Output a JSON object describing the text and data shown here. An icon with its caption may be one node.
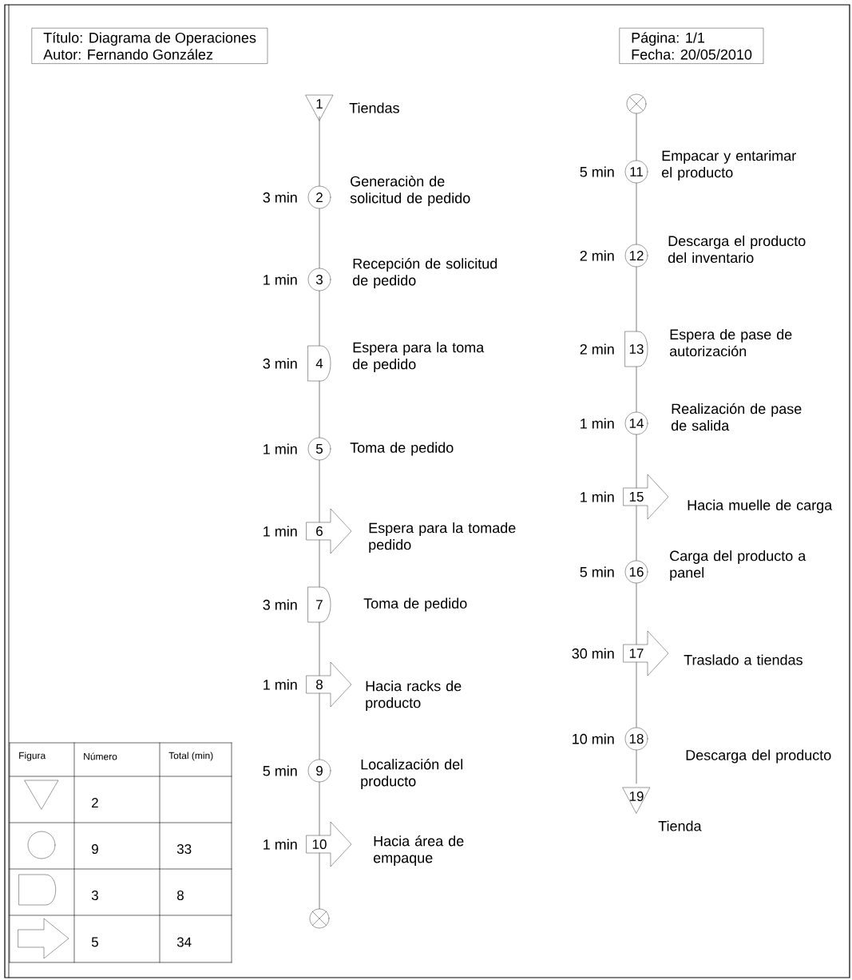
{
  "diagram": {
    "nodes": [
      {
        "text": [
          "Título: Diagrama de Operaciones",
          "Autor: Fernando González"
        ]
      },
      {
        "text": [
          "Página: 1/1",
          "Fecha: 20/05/2010"
        ]
      },
      {
        "text": [
          "1"
        ],
        "beside": [
          "Tiendas"
        ]
      },
      {
        "text": [
          "2"
        ],
        "beside": [
          "3 min",
          "Generaciòn de solicitud de pedido"
        ]
      },
      {
        "text": [
          "3"
        ],
        "beside": [
          "1 min",
          "Recepción de solicitud de pedido"
        ]
      },
      {
        "text": [
          "4"
        ],
        "beside": [
          "3 min",
          "Espera para la toma de pedido"
        ]
      },
      {
        "text": [
          "5"
        ],
        "beside": [
          "1 min",
          "Toma de pedido"
        ]
      },
      {
        "text": [
          "6"
        ],
        "beside": [
          "1 min",
          "Espera para la tomade pedido"
        ]
      },
      {
        "text": [
          "7"
        ],
        "beside": [
          "3 min",
          "Toma de pedido"
        ]
      },
      {
        "text": [
          "8"
        ],
        "beside": [
          "1 min",
          "Hacia racks de producto"
        ]
      },
      {
        "text": [
          "9"
        ],
        "beside": [
          "5 min",
          "Localización del producto"
        ]
      },
      {
        "text": [
          "10"
        ],
        "beside": [
          "1 min",
          "Hacia área de empaque"
        ]
      },
      {
        "text": [],
        "shape": "circle"
      },
      {
        "text": [],
        "shape": "circle"
      },
      {
        "text": [
          "11"
        ],
        "beside": [
          "5 min",
          "Empacar y entarimar el producto"
        ]
      },
      {
        "text": [
          "12"
        ],
        "beside": [
          "2 min",
          "Descarga el producto del inventario"
        ]
      },
      {
        "text": [
          "13"
        ],
        "beside": [
          "2 min",
          "Espera de pase de autorización"
        ]
      },
      {
        "text": [
          "14"
        ],
        "beside": [
          "1 min",
          "Realización de pase de salida"
        ]
      },
      {
        "text": [
          "15"
        ],
        "beside": [
          "1 min",
          "Hacia muelle de carga"
        ]
      },
      {
        "text": [
          "16"
        ],
        "beside": [
          "5 min",
          "Carga del producto a panel"
        ]
      },
      {
        "text": [
          "17"
        ],
        "beside": [
          "30 min",
          "Traslado a tiendas"
        ]
      },
      {
        "text": [
          "18"
        ],
        "beside": [
          "10 min",
          "Descarga del producto"
        ]
      },
      {
        "text": [
          "19"
        ],
        "beside": [
          "Tienda"
        ]
      }
    ],
    "edges": [
      {
        "from": 2,
        "to": 3,
        "arrow": "none"
      },
      {
        "from": 3,
        "to": 4,
        "arrow": "none"
      },
      {
        "from": 4,
        "to": 5,
        "arrow": "none"
      },
      {
        "from": 5,
        "to": 6,
        "arrow": "none"
      },
      {
        "from": 6,
        "to": 7,
        "arrow": "none"
      },
      {
        "from": 7,
        "to": 8,
        "arrow": "none"
      },
      {
        "from": 8,
        "to": 9,
        "arrow": "none"
      },
      {
        "from": 9,
        "to": 10,
        "arrow": "none"
      },
      {
        "from": 10,
        "to": 11,
        "arrow": "none"
      },
      {
        "from": 11,
        "to": 12,
        "arrow": "none"
      },
      {
        "from": 13,
        "to": 14,
        "arrow": "none"
      },
      {
        "from": 14,
        "to": 15,
        "arrow": "none"
      },
      {
        "from": 15,
        "to": 16,
        "arrow": "none"
      },
      {
        "from": 16,
        "to": 17,
        "arrow": "none"
      },
      {
        "from": 17,
        "to": 18,
        "arrow": "none"
      },
      {
        "from": 18,
        "to": 19,
        "arrow": "none"
      },
      {
        "from": 19,
        "to": 20,
        "arrow": "none"
      },
      {
        "from": 20,
        "to": 21,
        "arrow": "none"
      },
      {
        "from": 21,
        "to": 22,
        "arrow": "none"
      }
    ],
    "labels": [
      "Figura",
      "Número",
      "Total (min)",
      "2",
      "9",
      "33",
      "3",
      "8",
      "5",
      "34"
    ]
  }
}
